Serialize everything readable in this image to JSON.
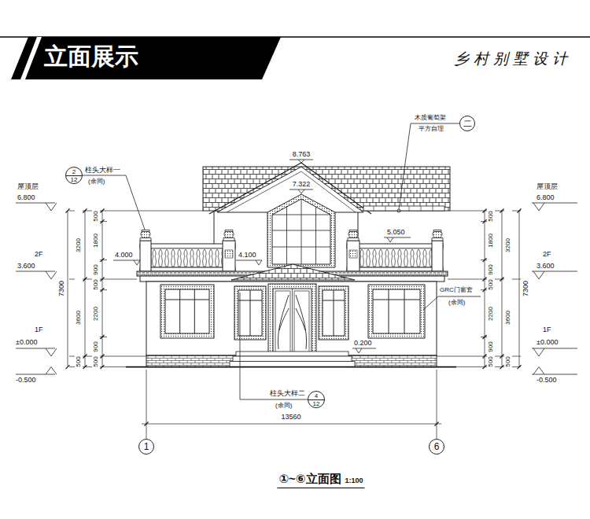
{
  "diagram": {
    "title": "立面展示",
    "caption": "①~⑥立面图",
    "nodes": [
      {
        "text": [
          "二"
        ]
      },
      {
        "text": [
          "2",
          "12"
        ]
      },
      {
        "text": [
          "4",
          "12"
        ]
      },
      {
        "text": [
          "1"
        ]
      },
      {
        "text": [
          "6"
        ]
      }
    ],
    "labels": [
      "乡村别墅设计",
      "木质葡萄架",
      "平方自理",
      "柱头大样一",
      "(余同)",
      "8.763",
      "7.322",
      "屋顶层",
      "6.800",
      "屋顶层",
      "6.800",
      "5.050",
      "4.000",
      "4.100",
      "2F",
      "3.600",
      "2F",
      "3.600",
      "GRC门窗套",
      "(余同)",
      "1F",
      "±0.000",
      "1F",
      "±0.000",
      "0.200",
      "-0.500",
      "-0.500",
      "柱头大样二",
      "(余同)",
      "13560",
      "500",
      "1800",
      "900",
      "500",
      "2200",
      "900",
      "500",
      "3200",
      "3600",
      "500",
      "7300",
      "500",
      "1800",
      "900",
      "500",
      "2200",
      "900",
      "500",
      "3200",
      "3600",
      "500",
      "7300",
      "1:100"
    ]
  }
}
